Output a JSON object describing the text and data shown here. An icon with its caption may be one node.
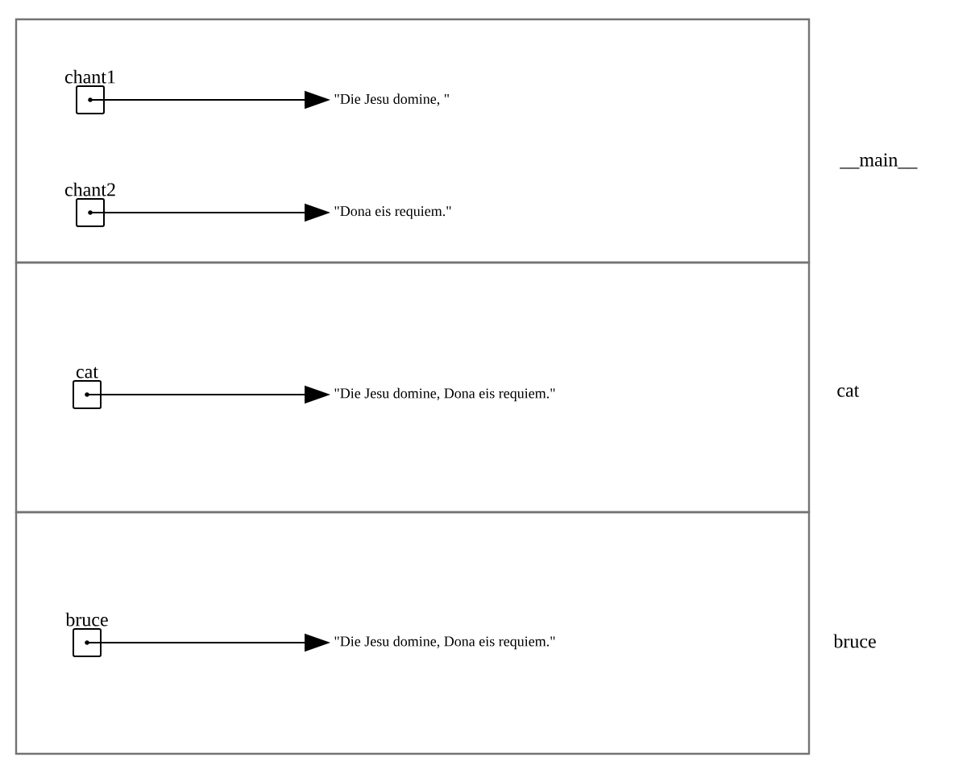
{
  "diagram": {
    "nodes": [
      {
        "text": [],
        "shape": "box",
        "beside": [
          "__main__"
        ]
      },
      {
        "text": [
          "chant1"
        ],
        "in": 0
      },
      {
        "text": [
          "\"Die Jesu domine, \""
        ],
        "in": 0
      },
      {
        "text": [
          "chant2"
        ],
        "in": 0
      },
      {
        "text": [
          "\"Dona eis requiem.\""
        ],
        "in": 0
      },
      {
        "text": [],
        "shape": "box",
        "beside": [
          "cat"
        ]
      },
      {
        "text": [
          "cat"
        ],
        "in": 5
      },
      {
        "text": [
          "\"Die Jesu domine, Dona eis requiem.\""
        ],
        "in": 5
      },
      {
        "text": [],
        "shape": "box",
        "beside": [
          "bruce"
        ]
      },
      {
        "text": [
          "bruce"
        ],
        "in": 8
      },
      {
        "text": [
          "\"Die Jesu domine, Dona eis requiem.\""
        ],
        "in": 8
      }
    ],
    "edges": [
      {
        "from": 1,
        "to": 2,
        "arrow": "to"
      },
      {
        "from": 3,
        "to": 4,
        "arrow": "to"
      },
      {
        "from": 6,
        "to": 7,
        "arrow": "to"
      },
      {
        "from": 9,
        "to": 10,
        "arrow": "to"
      }
    ]
  }
}
